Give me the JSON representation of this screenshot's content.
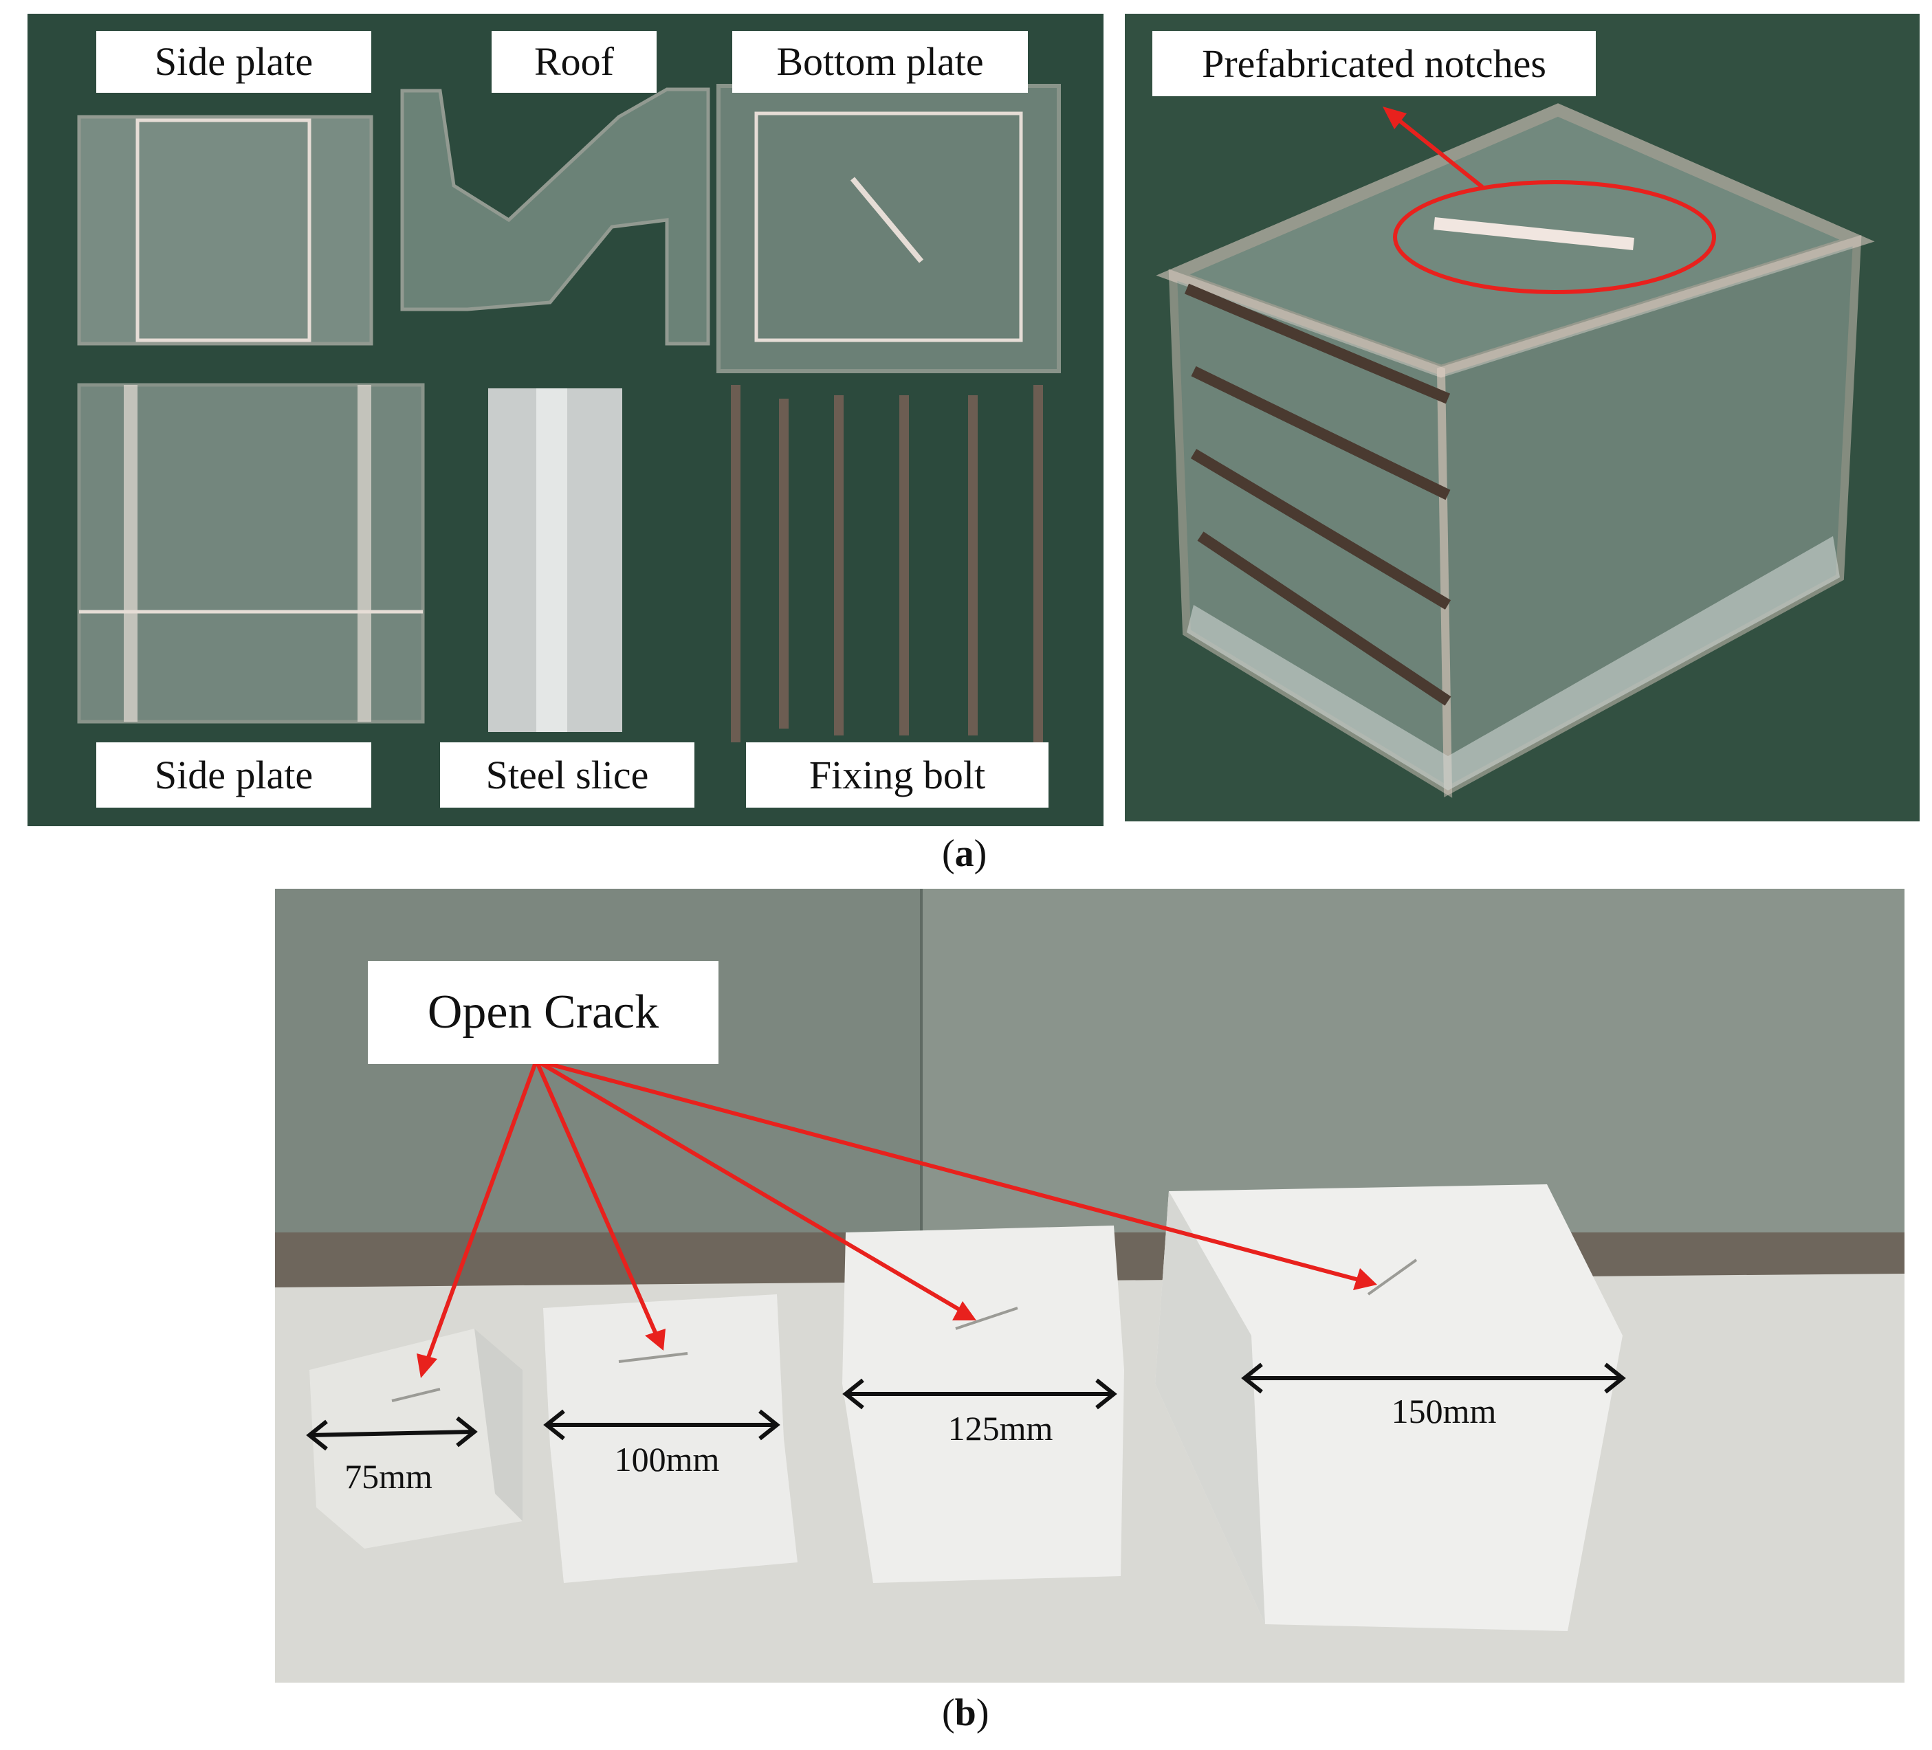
{
  "panel_a": {
    "parts_labels": {
      "side_plate_top": "Side plate",
      "roof": "Roof",
      "bottom_plate": "Bottom plate",
      "side_plate_bottom": "Side plate",
      "steel_slice": "Steel slice",
      "fixing_bolt": "Fixing bolt"
    },
    "mold_label": "Prefabricated notches",
    "caption_open": "(",
    "caption_letter": "a",
    "caption_close": ")"
  },
  "panel_b": {
    "crack_label": "Open Crack",
    "sizes": [
      "75mm",
      "100mm",
      "125mm",
      "150mm"
    ],
    "caption_open": "(",
    "caption_letter": "b",
    "caption_close": ")"
  },
  "colors": {
    "arrow_red": "#e8211d",
    "board_green": "#2c4a3d",
    "label_bg": "#ffffff"
  }
}
